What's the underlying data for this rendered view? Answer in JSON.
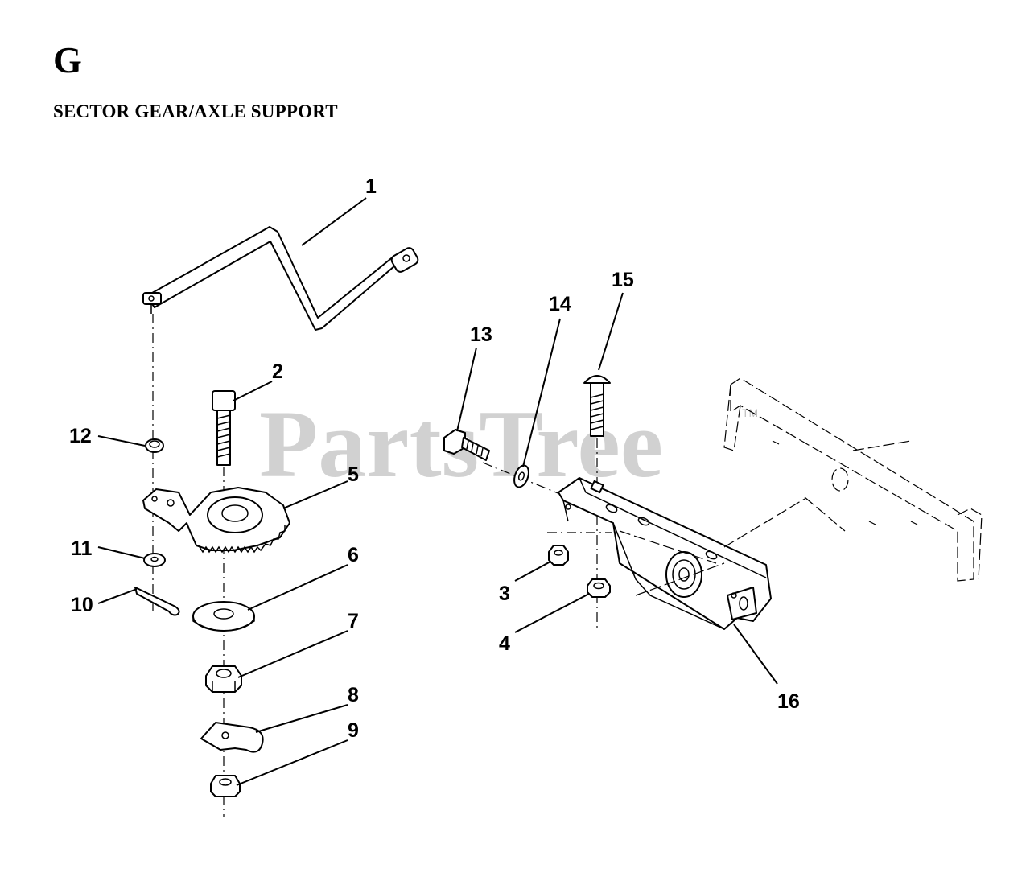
{
  "header": {
    "section_letter": "G",
    "section_title": "SECTOR GEAR/AXLE SUPPORT"
  },
  "watermark": {
    "text": "PartsTree",
    "trademark": "TM"
  },
  "callouts": {
    "c1": "1",
    "c2": "2",
    "c3": "3",
    "c4": "4",
    "c5": "5",
    "c6": "6",
    "c7": "7",
    "c8": "8",
    "c9": "9",
    "c10": "10",
    "c11": "11",
    "c12": "12",
    "c13": "13",
    "c14": "14",
    "c15": "15",
    "c16": "16"
  }
}
